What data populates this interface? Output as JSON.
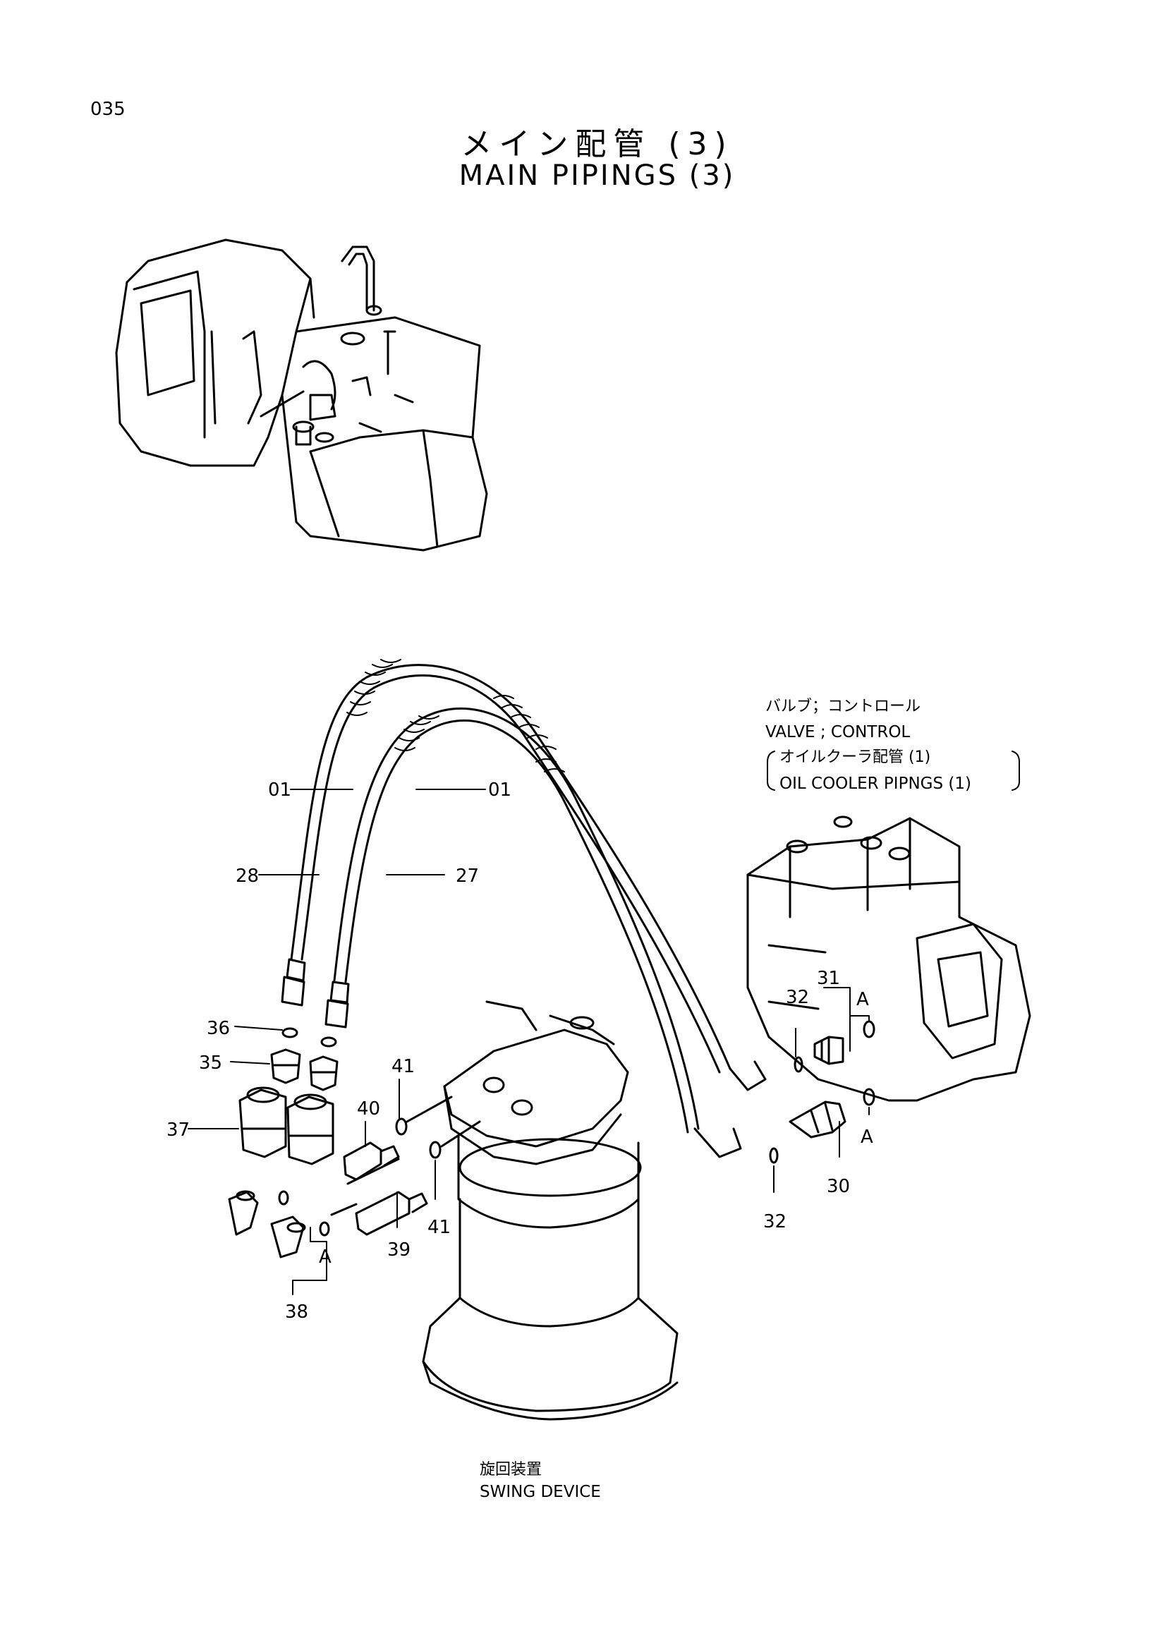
{
  "page_number": "035",
  "title": {
    "japanese": "メイン配管 (3)",
    "english": "MAIN PIPINGS (3)"
  },
  "notes": {
    "valve_jp": "バルブ；コントロール",
    "valve_en": "VALVE ; CONTROL",
    "cooler_jp": "オイルクーラ配管 (1)",
    "cooler_en": "OIL COOLER PIPNGS (1)",
    "swing_jp": "旋回装置",
    "swing_en": "SWING DEVICE"
  },
  "callouts": {
    "c01a": "01",
    "c01b": "01",
    "c28": "28",
    "c27": "27",
    "c36": "36",
    "c35": "35",
    "c37": "37",
    "c40": "40",
    "c41a": "41",
    "c41b": "41",
    "c39": "39",
    "c38": "38",
    "c31": "31",
    "c32a": "32",
    "c32b": "32",
    "c30": "30",
    "cA1": "A",
    "cA2": "A",
    "cA3": "A"
  }
}
